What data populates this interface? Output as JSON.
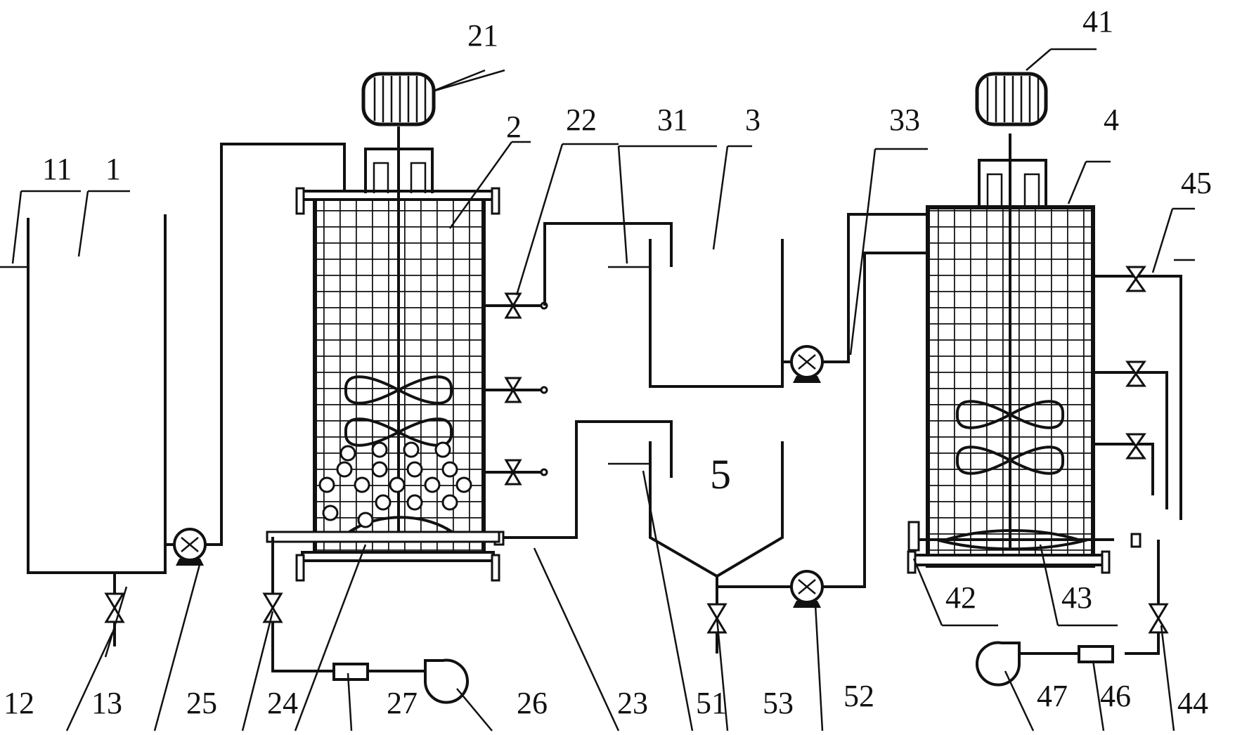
{
  "labels": {
    "l1": "1",
    "l11": "11",
    "l12": "12",
    "l13": "13",
    "l2": "2",
    "l21": "21",
    "l22": "22",
    "l23": "23",
    "l24": "24",
    "l25": "25",
    "l26": "26",
    "l27": "27",
    "l3": "3",
    "l31": "31",
    "l33": "33",
    "l4": "4",
    "l41": "41",
    "l42": "42",
    "l43": "43",
    "l44": "44",
    "l45": "45",
    "l46": "46",
    "l47": "47",
    "l5": "5",
    "l51": "51",
    "l52": "52",
    "l53": "53"
  },
  "colors": {
    "line": "#111111",
    "background": "#ffffff"
  }
}
